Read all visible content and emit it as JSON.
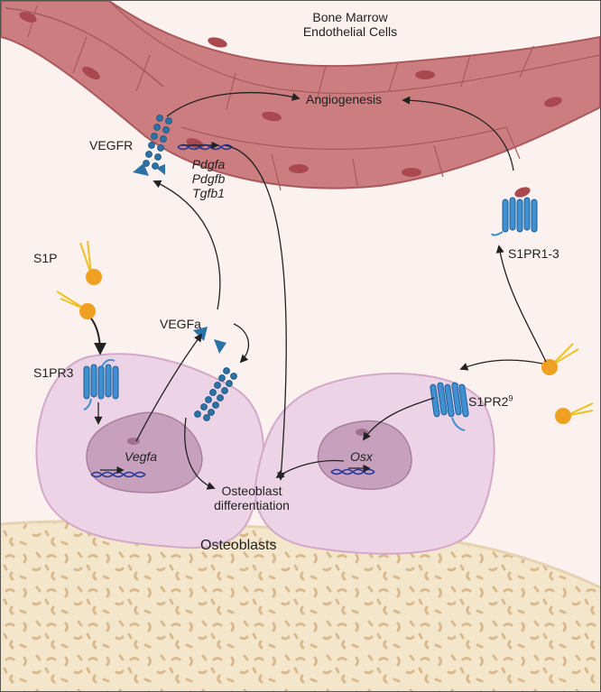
{
  "labels": {
    "bone_marrow_line1": "Bone Marrow",
    "bone_marrow_line2": "Endothelial Cells",
    "angiogenesis": "Angiogenesis",
    "vegfr": "VEGFR",
    "gene_pdgfa": "Pdgfa",
    "gene_pdgfb": "Pdgfb",
    "gene_tgfb1": "Tgfb1",
    "s1p": "S1P",
    "s1pr3": "S1PR3",
    "vegfa_protein": "VEGFa",
    "vegfa_gene": "Vegfa",
    "osteoblast_diff_line1": "Osteoblast",
    "osteoblast_diff_line2": "differentiation",
    "osx_gene": "Osx",
    "s1pr2": "S1PR2",
    "s1pr2_ref": "9",
    "s1pr1_3": "S1PR1-3",
    "osteoblasts": "Osteoblasts"
  },
  "colors": {
    "background": "#fbf1ef",
    "endothelium": "#cc7d7f",
    "endothelial_nucleus": "#a9484f",
    "osteoblast_cell": "#ecd3e6",
    "osteoblast_nucleus": "#c7a0bd",
    "bone_matrix": "#f4e6cb",
    "receptor": "#3f8fd1",
    "vegf_ligand": "#2b72a6",
    "s1p_head": "#f0a020",
    "dna": "#27379a"
  }
}
